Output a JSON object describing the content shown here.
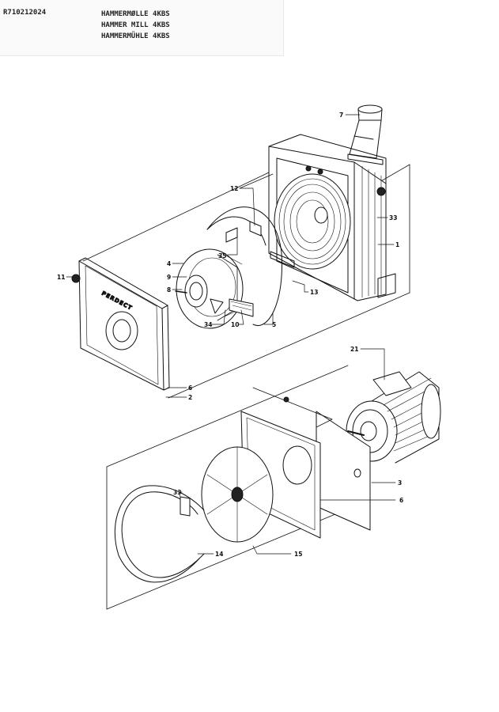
{
  "header": {
    "code": "R710212024",
    "titles": [
      "HAMMERMØLLE 4KBS",
      "HAMMER MILL 4KBS",
      "HAMMERMÜHLE 4KBS"
    ]
  },
  "brand_text": "PERDECT",
  "callouts": {
    "c7": "7",
    "c12": "12",
    "c33a": "33",
    "c1": "1",
    "c35": "35",
    "c4": "4",
    "c9": "9",
    "c8": "8",
    "c11": "11",
    "c34": "34",
    "c10": "10",
    "c5": "5",
    "c13": "13",
    "c6a": "6",
    "c2": "2",
    "c21": "21",
    "c3": "3",
    "c6b": "6",
    "c33b": "33",
    "c14": "14",
    "c15": "15"
  }
}
